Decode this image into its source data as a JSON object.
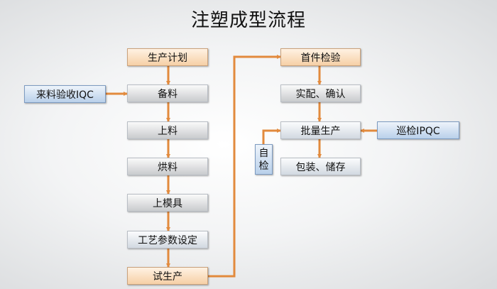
{
  "title": "注塑成型流程",
  "colors": {
    "connector": "#e28a3d"
  },
  "main_flow": [
    "生产计划",
    "备料",
    "上料",
    "烘料",
    "上模具",
    "工艺参数设定",
    "试生产"
  ],
  "incoming_inspection": "来料验收IQC",
  "second_flow": [
    "首件检验",
    "实配、确认",
    "批量生产",
    "包装、储存"
  ],
  "patrol_inspection": "巡检IPQC",
  "self_check": [
    "自",
    "检"
  ]
}
